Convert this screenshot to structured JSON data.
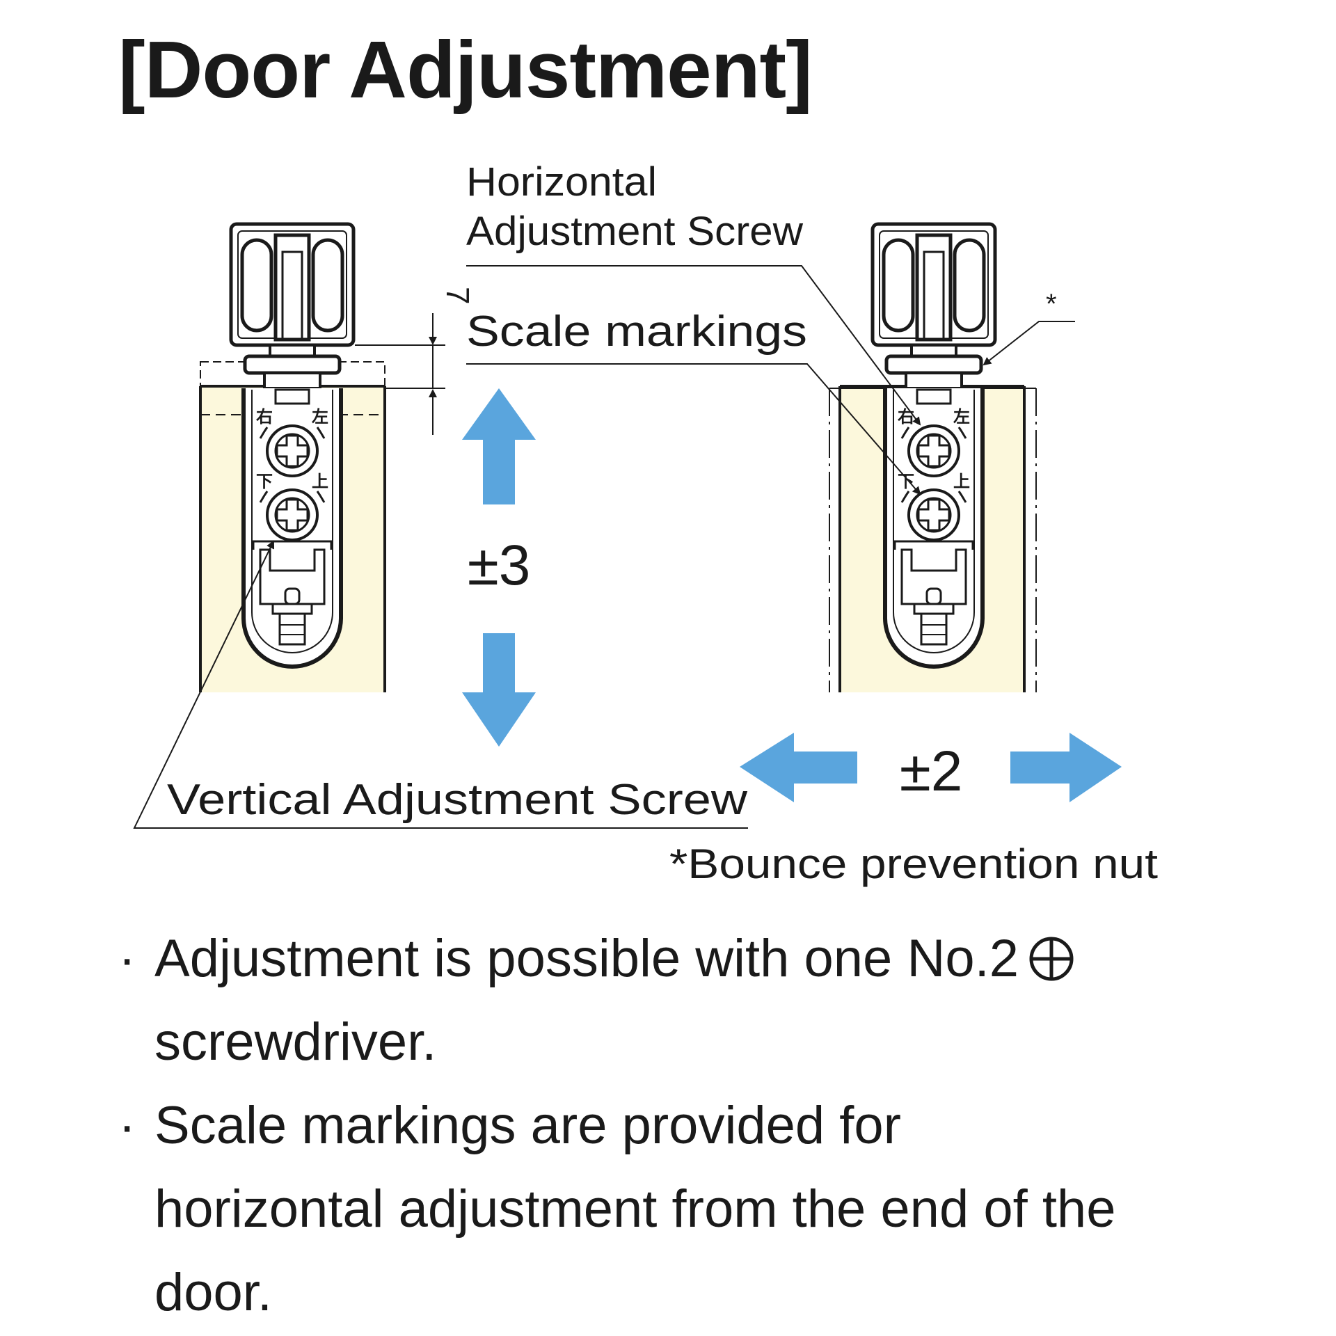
{
  "title": "[Door Adjustment]",
  "labels": {
    "horizontal_screw_line1": "Horizontal",
    "horizontal_screw_line2": "Adjustment Screw",
    "scale_markings": "Scale markings",
    "vertical_screw": "Vertical Adjustment Screw",
    "dimension_7": "7",
    "asterisk": "*",
    "bounce_nut": "*Bounce prevention nut",
    "vertical_range": "±3",
    "horizontal_range": "±2"
  },
  "fitting_marks": {
    "right": "右",
    "left": "左",
    "down": "下",
    "up": "上"
  },
  "notes": [
    {
      "bullet": "·",
      "line1": "Adjustment is possible with one No.2",
      "line2": "screwdriver."
    },
    {
      "bullet": "·",
      "line1": "Scale markings are provided for",
      "line2": "horizontal adjustment from the end of the",
      "line3": "door."
    }
  ],
  "icons": {
    "screwdriver_type": "phillips-cross-in-circle-icon"
  },
  "colors": {
    "door_fill": "#fcf8dc",
    "arrow_blue": "#5aa5dd",
    "line": "#1a1a1a"
  }
}
